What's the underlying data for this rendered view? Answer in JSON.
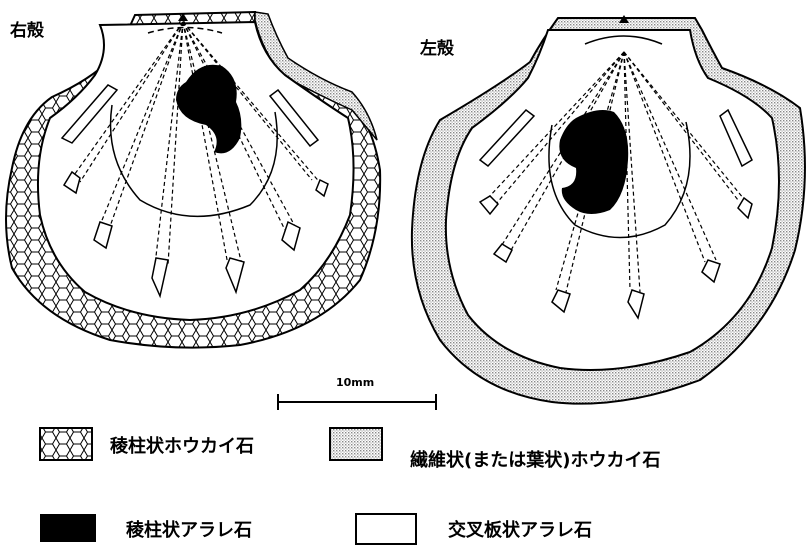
{
  "labels": {
    "right_valve": "右殻",
    "left_valve": "左殻",
    "scale": "10mm"
  },
  "legend": {
    "items": [
      {
        "key": "prismatic-calcite",
        "label": "稜柱状ホウカイ石",
        "pattern": "hexagon"
      },
      {
        "key": "fibrous-calcite",
        "label": "繊維状(または葉状)ホウカイ石",
        "pattern": "stipple"
      },
      {
        "key": "prismatic-aragonite",
        "label": "稜柱状アラレ石",
        "pattern": "solid"
      },
      {
        "key": "crossed-lamellar-aragonite",
        "label": "交叉板状アラレ石",
        "pattern": "empty"
      }
    ]
  },
  "colors": {
    "ink": "#000000",
    "paper": "#ffffff",
    "stipple": "#9a9a9a"
  }
}
